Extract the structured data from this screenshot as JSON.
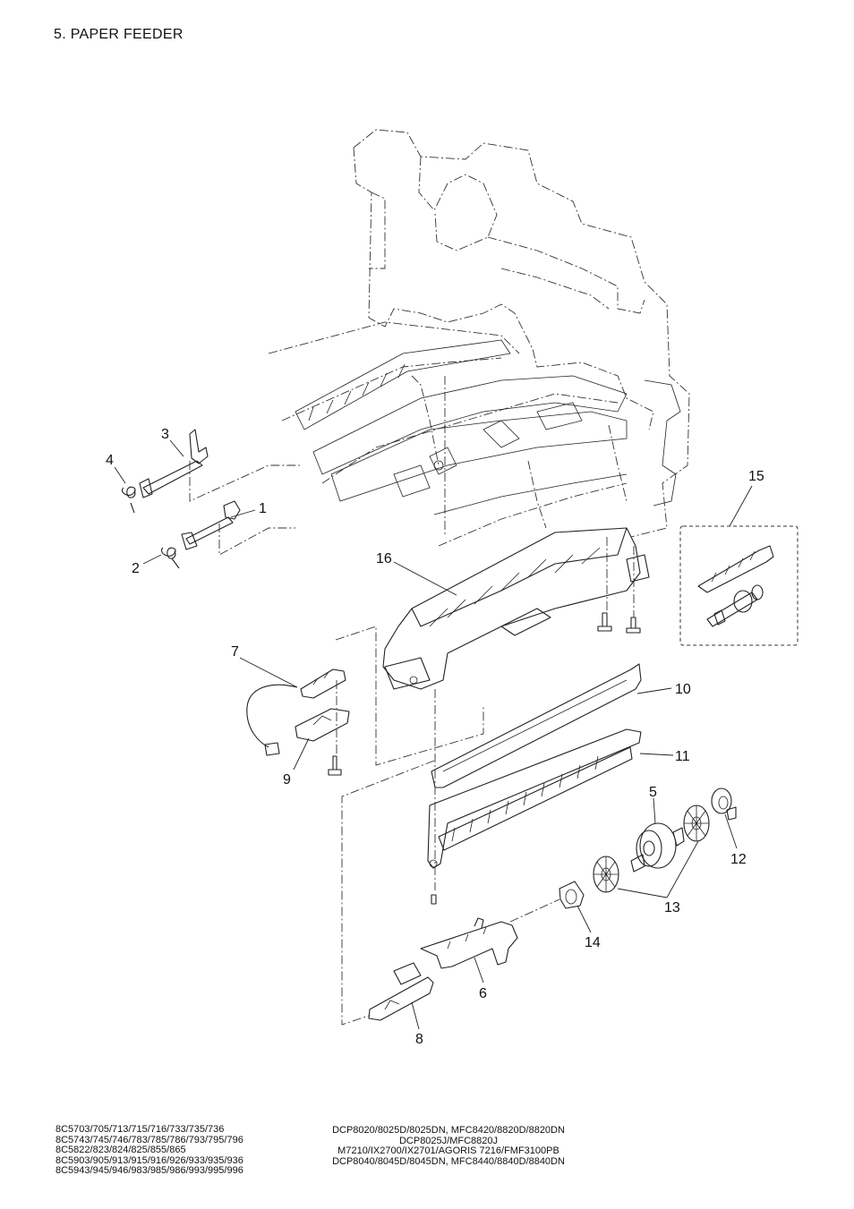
{
  "title": "5. PAPER FEEDER",
  "callouts": [
    {
      "id": "1",
      "label": "1"
    },
    {
      "id": "2",
      "label": "2"
    },
    {
      "id": "3",
      "label": "3"
    },
    {
      "id": "4",
      "label": "4"
    },
    {
      "id": "5",
      "label": "5"
    },
    {
      "id": "6",
      "label": "6"
    },
    {
      "id": "7",
      "label": "7"
    },
    {
      "id": "8",
      "label": "8"
    },
    {
      "id": "9",
      "label": "9"
    },
    {
      "id": "10",
      "label": "10"
    },
    {
      "id": "11",
      "label": "11"
    },
    {
      "id": "12",
      "label": "12"
    },
    {
      "id": "13",
      "label": "13"
    },
    {
      "id": "14",
      "label": "14"
    },
    {
      "id": "15",
      "label": "15"
    },
    {
      "id": "16",
      "label": "16"
    }
  ],
  "footer": {
    "left_lines": [
      "8C5703/705/713/715/716/733/735/736",
      "8C5743/745/746/783/785/786/793/795/796",
      "8C5822/823/824/825/855/865",
      "8C5903/905/913/915/916/926/933/935/936",
      "8C5943/945/946/983/985/986/993/995/996"
    ],
    "right_lines": [
      "DCP8020/8025D/8025DN, MFC8420/8820D/8820DN",
      "DCP8025J/MFC8820J",
      "M7210/IX2700/IX2701/AGORIS 7216/FMF3100PB",
      "DCP8040/8045D/8045DN, MFC8440/8840D/8840DN"
    ]
  }
}
